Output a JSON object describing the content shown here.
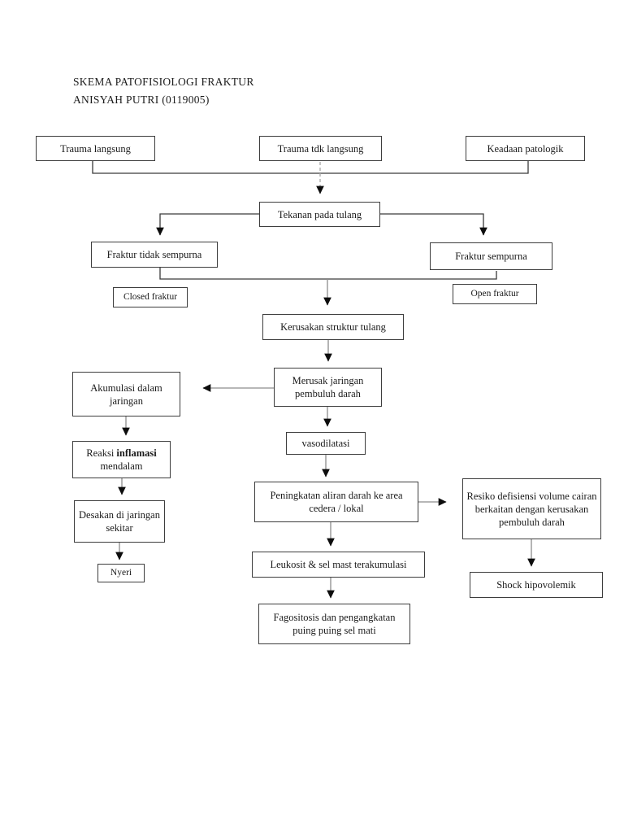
{
  "header": {
    "title_line1": "SKEMA PATOFISIOLOGI FRAKTUR",
    "title_line2": "ANISYAH PUTRI (0119005)"
  },
  "diagram": {
    "type": "flowchart",
    "nodes": {
      "trauma_langsung": "Trauma langsung",
      "trauma_tdk_langsung": "Trauma tdk langsung",
      "keadaan_patologik": "Keadaan patologik",
      "tekanan_pada_tulang": "Tekanan pada tulang",
      "fraktur_tidak_sempurna": "Fraktur tidak sempurna",
      "fraktur_sempurna": "Fraktur sempurna",
      "closed_fraktur": "Closed fraktur",
      "open_fraktur": "Open fraktur",
      "kerusakan_struktur_tulang": "Kerusakan struktur tulang",
      "merusak_jaringan": "Merusak jaringan pembuluh darah",
      "akumulasi": "Akumulasi dalam jaringan",
      "reaksi_pre": "Reaksi",
      "reaksi_bold": "inflamasi",
      "reaksi_line2": "mendalam",
      "desakan": "Desakan di jaringan sekitar",
      "nyeri": "Nyeri",
      "vasodilatasi": "vasodilatasi",
      "peningkatan": "Peningkatan aliran darah ke area cedera / lokal",
      "resiko": "Resiko defisiensi volume cairan berkaitan dengan kerusakan pembuluh darah",
      "shock": "Shock hipovolemik",
      "leukosit": "Leukosit & sel mast terakumulasi",
      "fagositosis": "Fagositosis dan pengangkatan puing puing sel mati"
    },
    "colors": {
      "box_border": "#3d3d3d",
      "line_dark": "#3a3a3a",
      "line_gray": "#8c8c8c",
      "line_dashed": "#a8a8a8",
      "arrowhead": "#0d0d0d",
      "background": "#ffffff"
    }
  }
}
